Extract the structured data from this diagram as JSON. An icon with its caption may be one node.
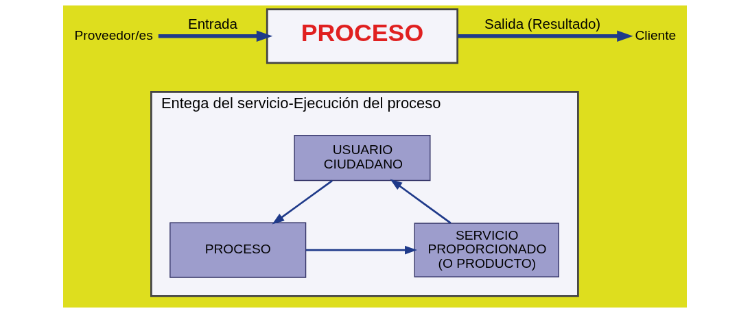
{
  "diagram": {
    "nodes": [
      {
        "text": [
          "Proveedor/es"
        ]
      },
      {
        "text": [
          "PROCESO"
        ]
      },
      {
        "text": [
          "Cliente"
        ]
      },
      {
        "text": [
          "Entega del servicio-Ejecución del proceso"
        ]
      },
      {
        "text": [
          "USUARIO CIUDADANO"
        ],
        "in": 3
      },
      {
        "text": [
          "PROCESO"
        ],
        "in": 3
      },
      {
        "text": [
          "SERVICIO PROPORCIONADO (O PRODUCTO)"
        ],
        "in": 3
      }
    ],
    "edges": [
      {
        "from": 0,
        "to": 1,
        "arrow": "to",
        "label": "Entrada",
        "style": "thick"
      },
      {
        "from": 1,
        "to": 2,
        "arrow": "to",
        "label": "Salida (Resultado)",
        "style": "thick"
      },
      {
        "from": 4,
        "to": 5,
        "arrow": "to"
      },
      {
        "from": 5,
        "to": 6,
        "arrow": "to"
      },
      {
        "from": 6,
        "to": 4,
        "arrow": "to"
      }
    ]
  }
}
